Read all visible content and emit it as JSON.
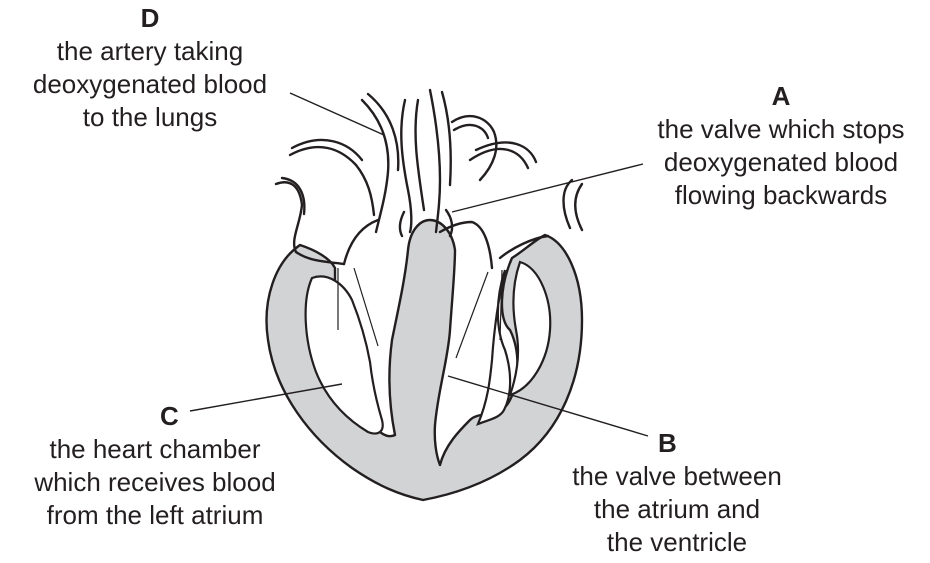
{
  "colors": {
    "ink": "#231f20",
    "tissue": "#d1d3d4",
    "background": "#ffffff"
  },
  "labels": {
    "d": {
      "letter": "D",
      "lines": [
        "the artery taking",
        "deoxygenated blood",
        "to the lungs"
      ]
    },
    "a": {
      "letter": "A",
      "lines": [
        "the valve which stops",
        "deoxygenated blood",
        "flowing backwards"
      ]
    },
    "c": {
      "letter": "C",
      "lines": [
        "the heart chamber",
        "which receives blood",
        "from the left atrium"
      ]
    },
    "b": {
      "letter": "B",
      "lines": [
        "the valve between",
        "the atrium and",
        "the ventricle"
      ]
    }
  }
}
